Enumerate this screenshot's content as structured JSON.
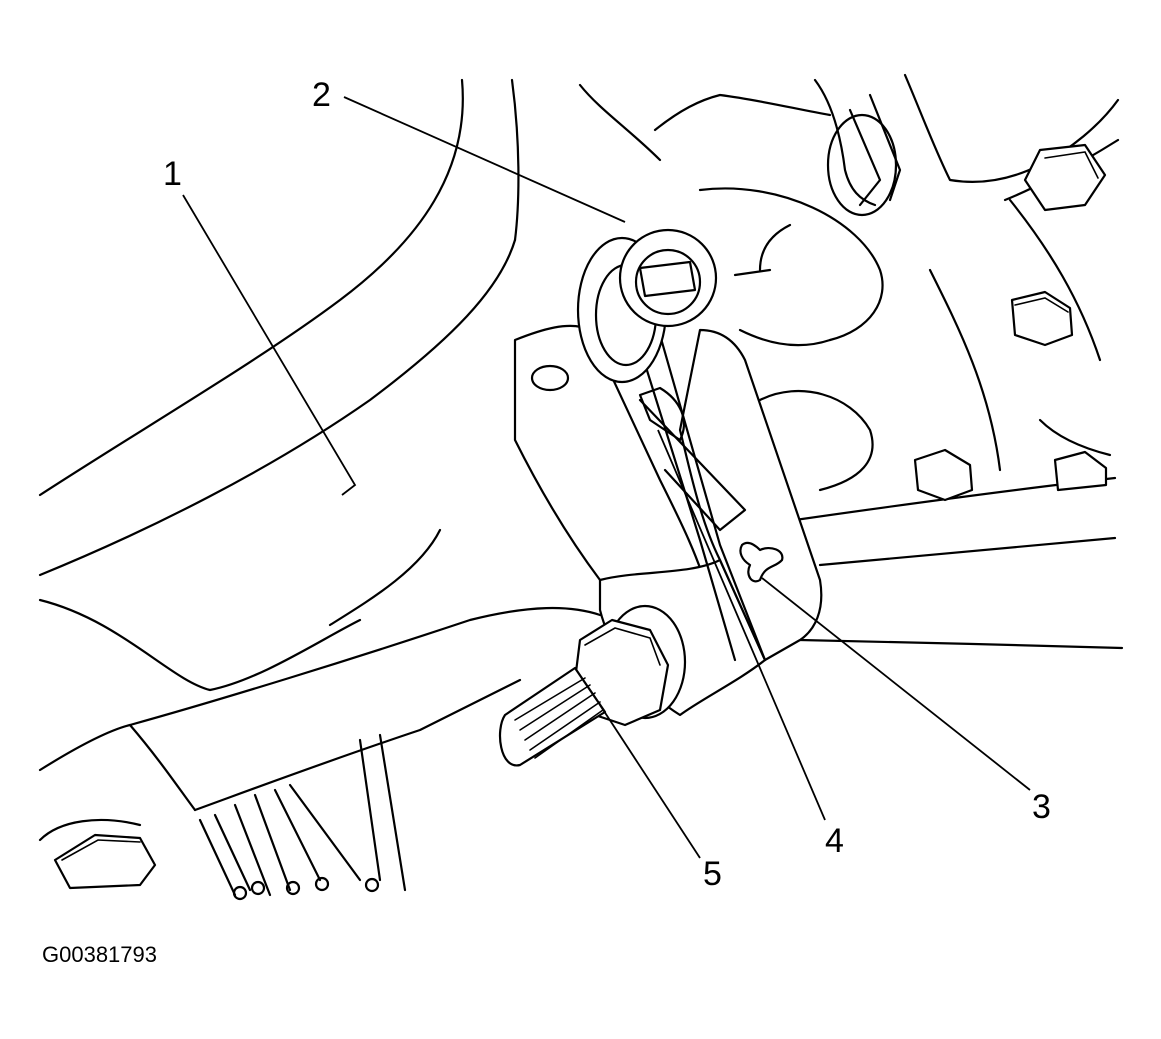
{
  "figure_id": "G00381793",
  "callouts": [
    {
      "id": "1",
      "label": "1"
    },
    {
      "id": "2",
      "label": "2"
    },
    {
      "id": "3",
      "label": "3"
    },
    {
      "id": "4",
      "label": "4"
    },
    {
      "id": "5",
      "label": "5"
    }
  ]
}
